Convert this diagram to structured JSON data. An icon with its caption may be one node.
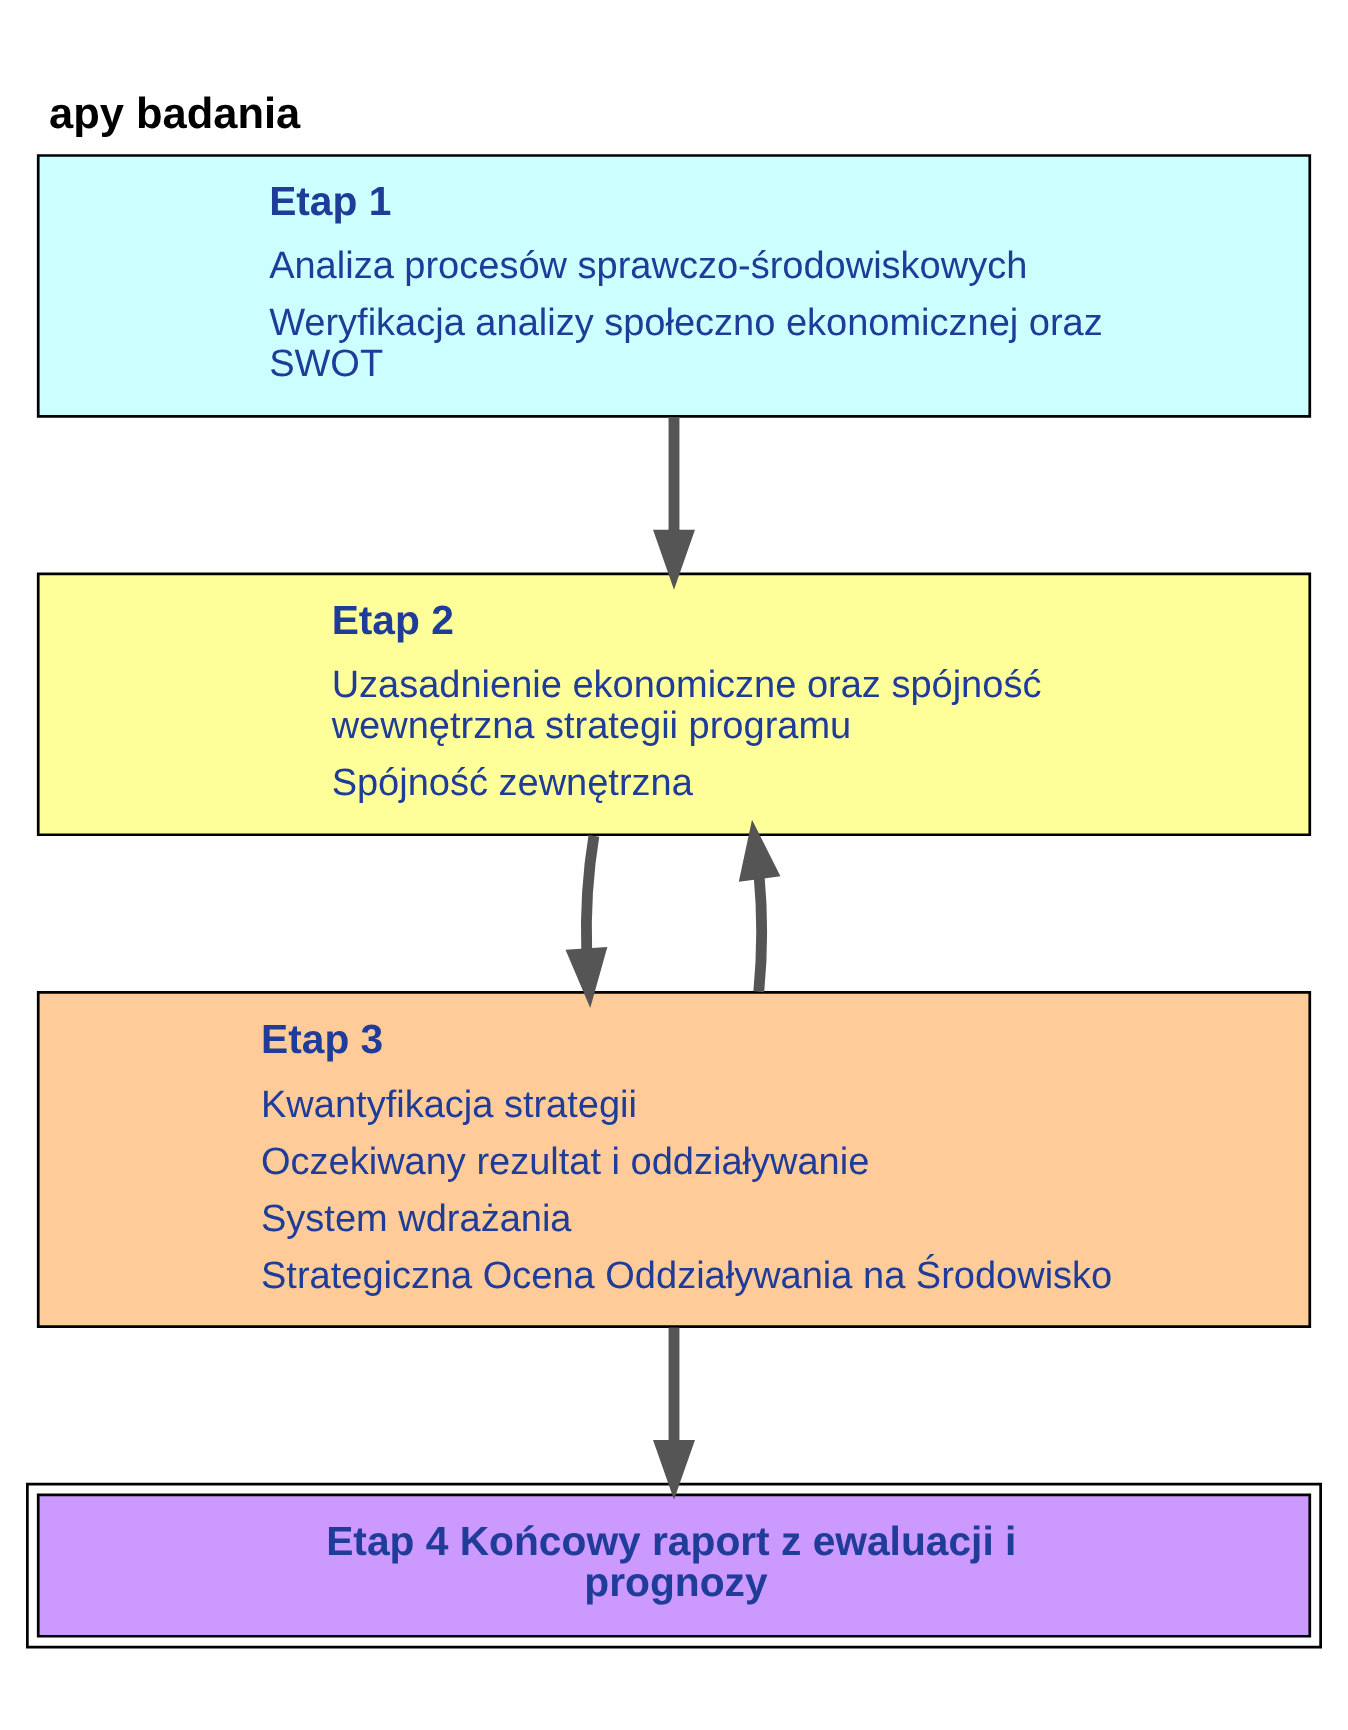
{
  "diagram": {
    "title": "apy badania",
    "nodes": [
      {
        "text": [
          "Etap 1",
          "Analiza procesów sprawczo-środowiskowych",
          "Weryfikacja analizy społeczno ekonomicznej oraz SWOT"
        ]
      },
      {
        "text": [
          "Etap 2",
          "Uzasadnienie ekonomiczne oraz spójność wewnętrzna strategii programu",
          "Spójność zewnętrzna"
        ]
      },
      {
        "text": [
          "Etap 3",
          "Kwantyfikacja strategii",
          "Oczekiwany rezultat i oddziaływanie",
          "System wdrażania",
          "Strategiczna Ocena Oddziaływania na Środowisko"
        ]
      },
      {
        "text": [
          "Etap 4 Końcowy raport z ewaluacji i prognozy"
        ]
      }
    ],
    "edges": [
      {
        "from": 0,
        "to": 1,
        "arrow": "to"
      },
      {
        "from": 1,
        "to": 2,
        "arrow": "to"
      },
      {
        "from": 2,
        "to": 1,
        "arrow": "to"
      },
      {
        "from": 2,
        "to": 3,
        "arrow": "to"
      }
    ]
  }
}
